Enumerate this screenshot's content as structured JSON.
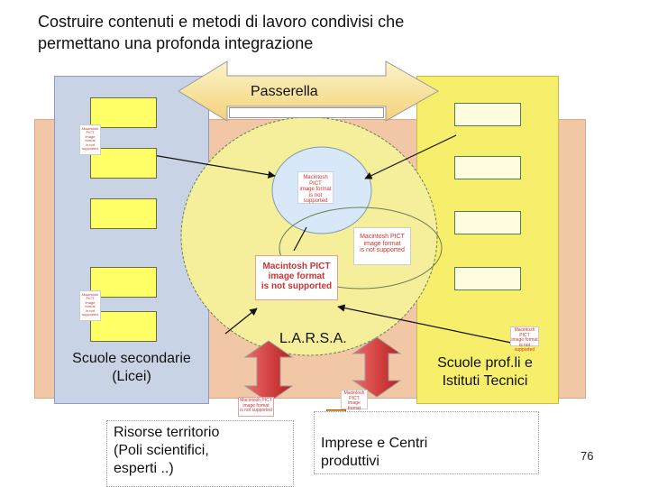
{
  "title": {
    "line1": "Costruire contenuti e metodi di lavoro condivisi che",
    "line2": "permettano una profonda integrazione"
  },
  "passerella": {
    "label": "Passerella"
  },
  "center": {
    "label": "L.A.R.S.A."
  },
  "left_group": {
    "line1": "Scuole secondarie",
    "line2": "(Licei)"
  },
  "right_group": {
    "line1": "Scuole prof.li e",
    "line2": "Istituti Tecnici"
  },
  "risorse": {
    "line1": "Risorse territorio",
    "line2": "(Poli scientifici,",
    "line3": "esperti ..)"
  },
  "imprese": {
    "line1": "Imprese e Centri",
    "line2": "produttivi"
  },
  "pict_placeholder": {
    "line1": "Macintosh PICT",
    "line2": "image format",
    "line3": "is not supported"
  },
  "page_number": "76",
  "colors": {
    "blue_panel": "#c9d3e6",
    "pink_panel": "#f2c7a6",
    "yellow_panel": "#f7ee6b",
    "arrow_red": "#d93a3a",
    "passerella_gradient": "#f9e9a0"
  }
}
